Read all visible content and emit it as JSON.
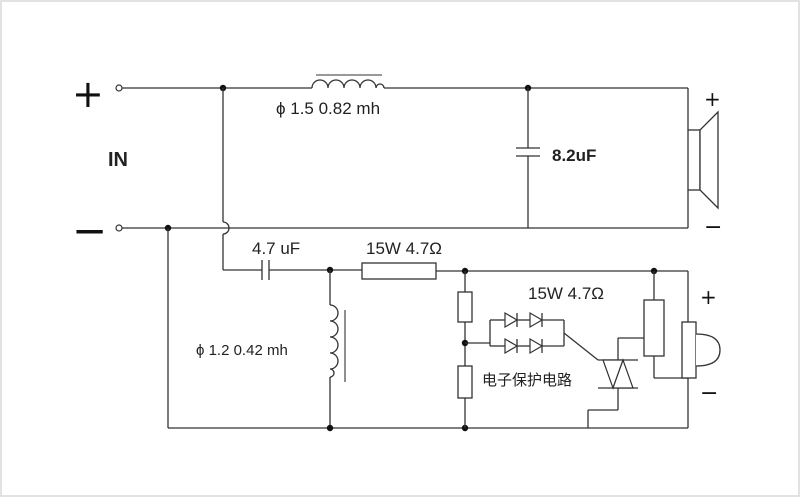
{
  "input": {
    "label": "IN",
    "plus": "+",
    "minus": "−"
  },
  "tweeter": {
    "plus": "+",
    "minus": "−"
  },
  "midrange": {
    "plus": "+",
    "minus": "−"
  },
  "components": {
    "l1": "ϕ 1.5  0.82 mh",
    "c1": "8.2uF",
    "c2": "4.7 uF",
    "r1": "15W 4.7Ω",
    "l2": "ϕ 1.2  0.42 mh",
    "r2": "15W 4.7Ω",
    "protect": "电子保护电路"
  },
  "colors": {
    "background": "#ffffff",
    "wire": "#333333",
    "frame": "#d8d8d8"
  }
}
